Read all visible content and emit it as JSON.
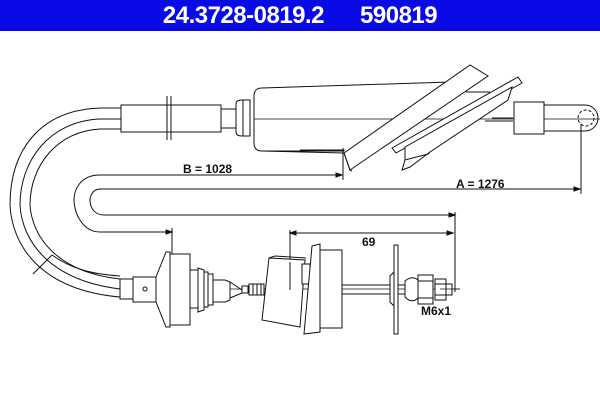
{
  "header": {
    "part_number": "24.3728-0819.2",
    "ref_number": "590819",
    "background_color": "#0a0ae6",
    "text_color": "#ffffff"
  },
  "dimensions": {
    "b_label": "B = 1028",
    "a_label": "A = 1276",
    "adjust_label": "69",
    "thread_label": "M6x1"
  },
  "drawing": {
    "line_color": "#111111",
    "background": "#ffffff"
  }
}
